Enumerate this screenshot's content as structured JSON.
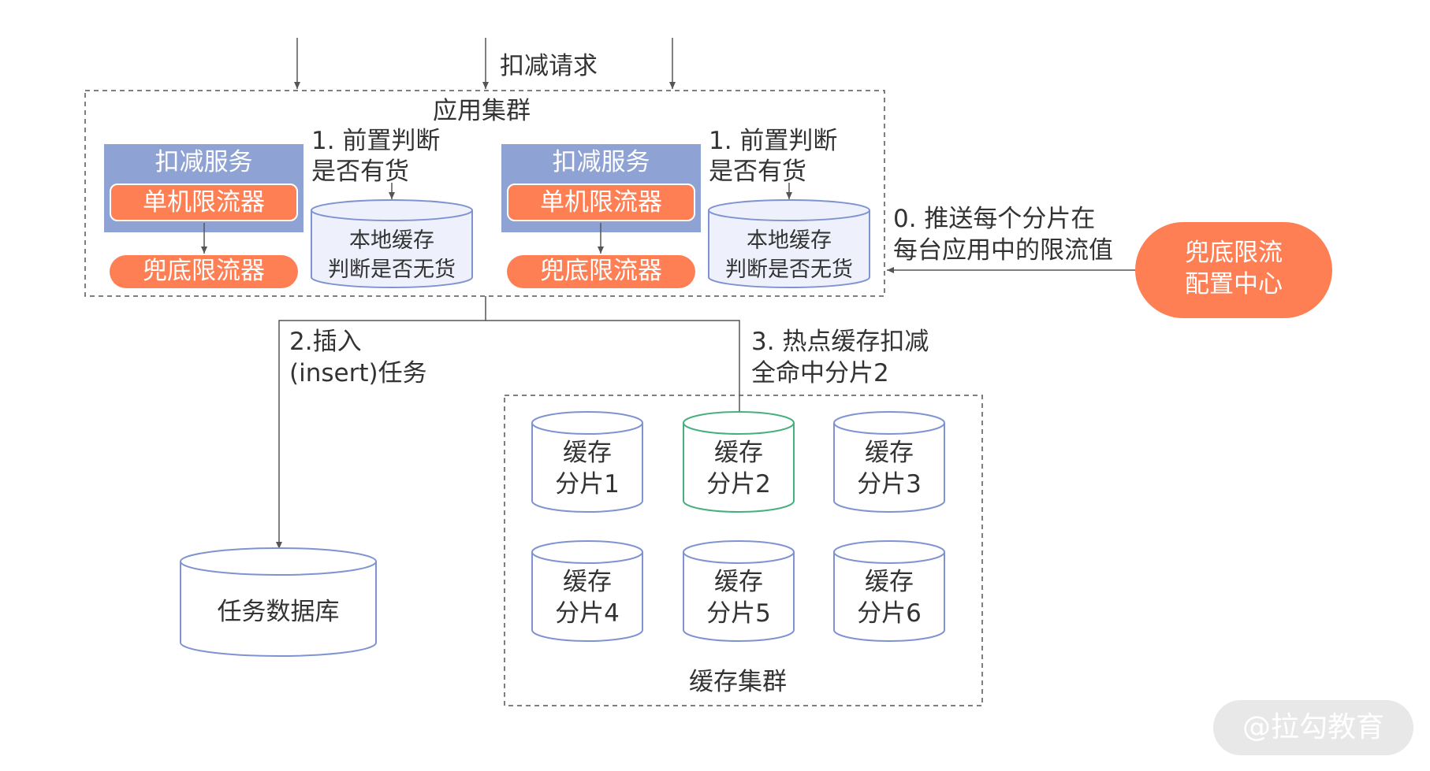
{
  "top": {
    "request_label": "扣减请求"
  },
  "app_cluster": {
    "title": "应用集群",
    "services": [
      {
        "title": "扣减服务",
        "local_limiter": "单机限流器",
        "fallback_limiter": "兜底限流器",
        "check_note": "1. 前置判断\n是否有货",
        "cache_label": "本地缓存\n判断是否无货"
      },
      {
        "title": "扣减服务",
        "local_limiter": "单机限流器",
        "fallback_limiter": "兜底限流器",
        "check_note": "1. 前置判断\n是否有货",
        "cache_label": "本地缓存\n判断是否无货"
      }
    ]
  },
  "config_center": {
    "label": "兜底限流\n配置中心",
    "push_note": "0. 推送每个分片在\n每台应用中的限流值"
  },
  "insert_note": "2.插入\n(insert)任务",
  "hot_cache_note": "3. 热点缓存扣减\n全命中分片2",
  "task_db": {
    "label": "任务数据库"
  },
  "cache_cluster": {
    "title": "缓存集群",
    "shards": [
      {
        "label": "缓存\n分片1",
        "highlighted": false
      },
      {
        "label": "缓存\n分片2",
        "highlighted": true
      },
      {
        "label": "缓存\n分片3",
        "highlighted": false
      },
      {
        "label": "缓存\n分片4",
        "highlighted": false
      },
      {
        "label": "缓存\n分片5",
        "highlighted": false
      },
      {
        "label": "缓存\n分片6",
        "highlighted": false
      }
    ]
  },
  "watermark": "@拉勾教育",
  "colors": {
    "service_blue": "#8fa2d4",
    "limiter_orange": "#ff7f55",
    "cylinder_stroke": "#7f93d1",
    "highlight_green": "#46b07c",
    "dashed_border": "#555555",
    "arrow": "#555555"
  }
}
